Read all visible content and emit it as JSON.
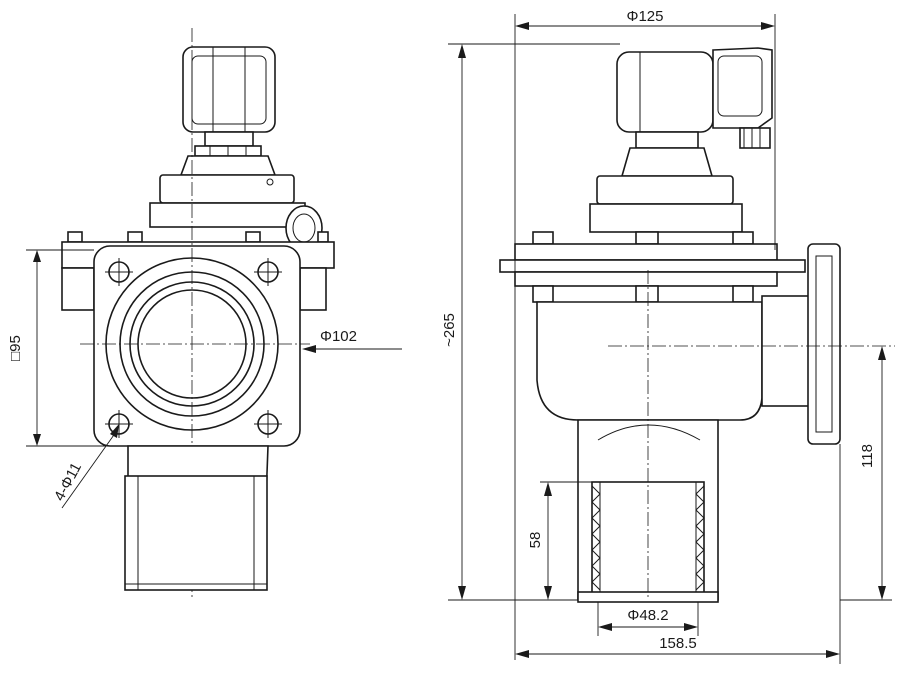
{
  "front_view": {
    "label_width": "□95",
    "label_port": "Φ102",
    "label_holes": "4-Φ11"
  },
  "side_view": {
    "label_top_width": "Φ125",
    "label_height": "~265",
    "label_outlet_height": "118",
    "label_insert_depth": "58",
    "label_insert_diameter": "Φ48.2",
    "label_total_width": "158.5"
  }
}
